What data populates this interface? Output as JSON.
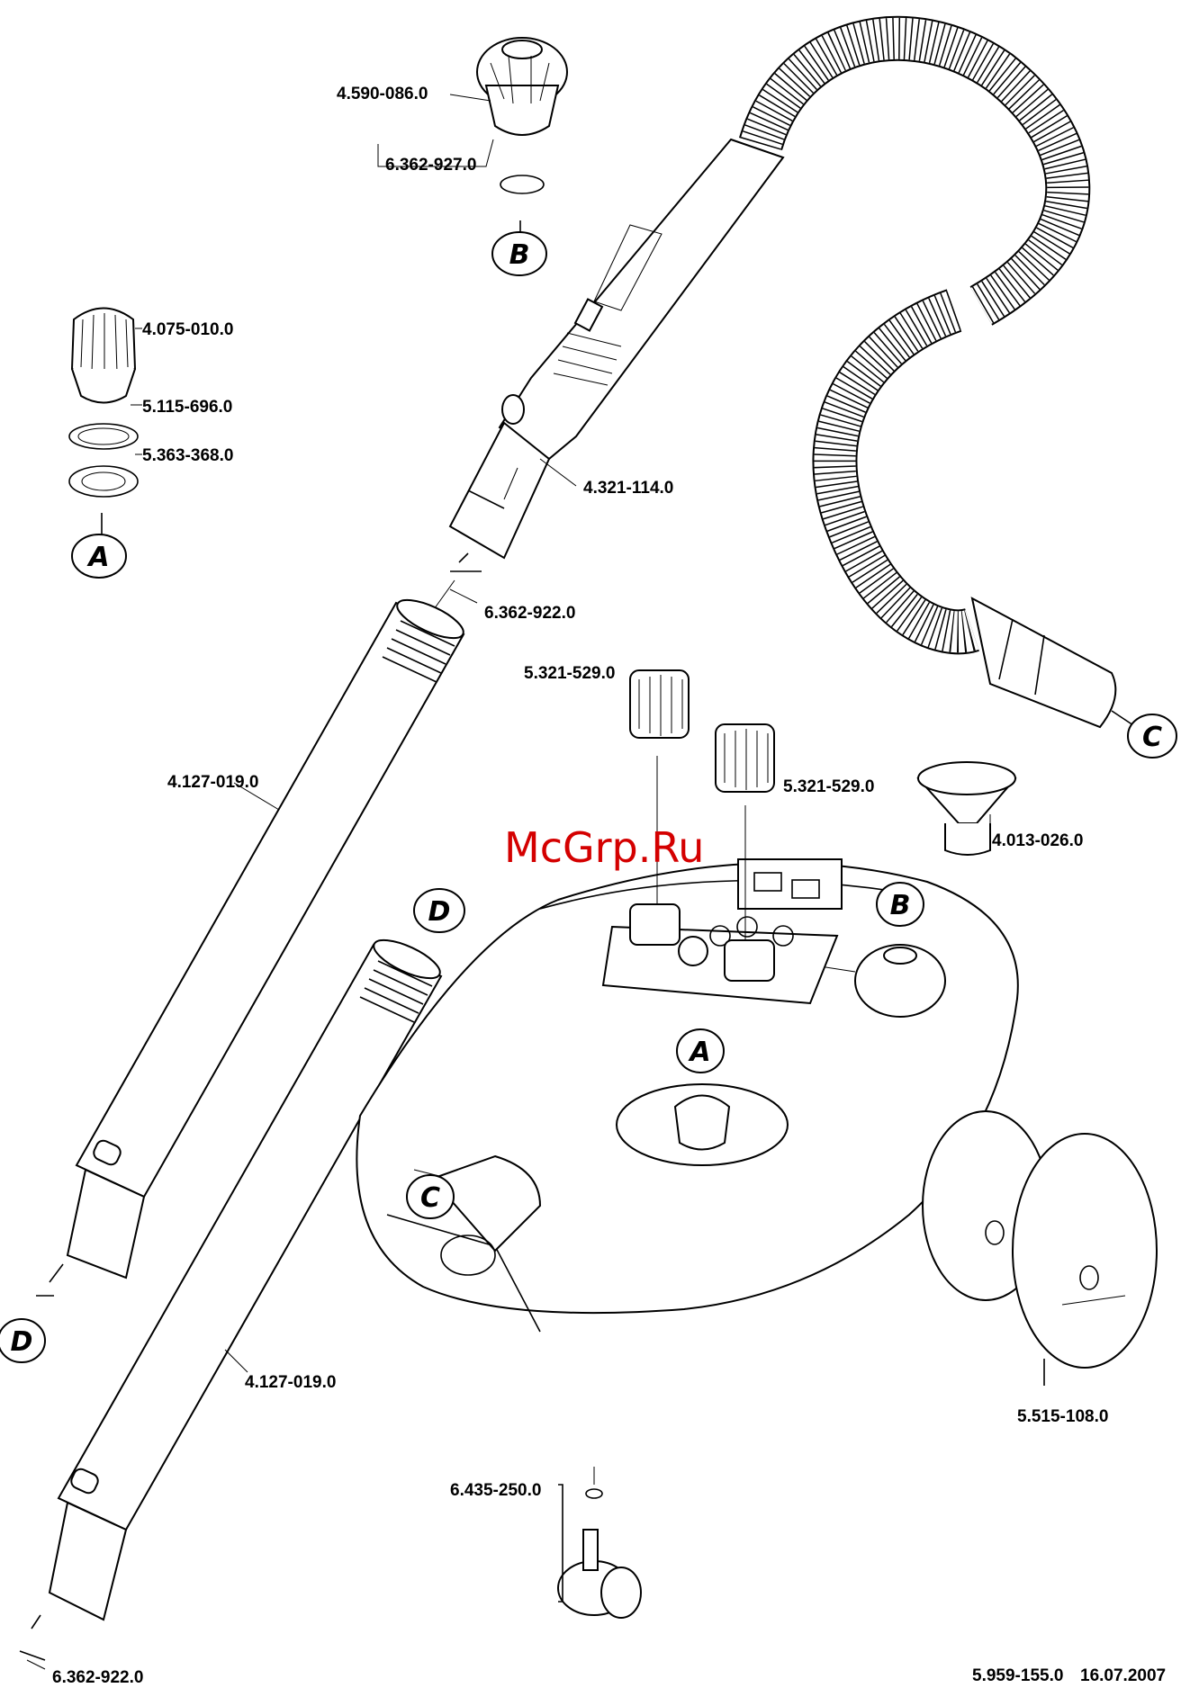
{
  "watermark": "McGrp.Ru",
  "footer": {
    "doc_id": "5.959-155.0",
    "date": "16.07.2007"
  },
  "markers": {
    "a": "A",
    "b": "B",
    "c": "C",
    "d": "D"
  },
  "parts": {
    "cap_valve_knob": "4.590-086.0",
    "o_ring_b": "6.362-927.0",
    "safety_cap": "4.075-010.0",
    "ring_1": "5.115-696.0",
    "ring_2": "5.363-368.0",
    "hand_gun": "4.321-114.0",
    "o_ring_gun": "6.362-922.0",
    "knob_1": "5.321-529.0",
    "knob_2": "5.321-529.0",
    "funnel": "4.013-026.0",
    "tube_1": "4.127-019.0",
    "tube_2": "4.127-019.0",
    "wheel": "5.515-108.0",
    "castor": "6.435-250.0",
    "o_ring_tube": "6.362-922.0"
  }
}
